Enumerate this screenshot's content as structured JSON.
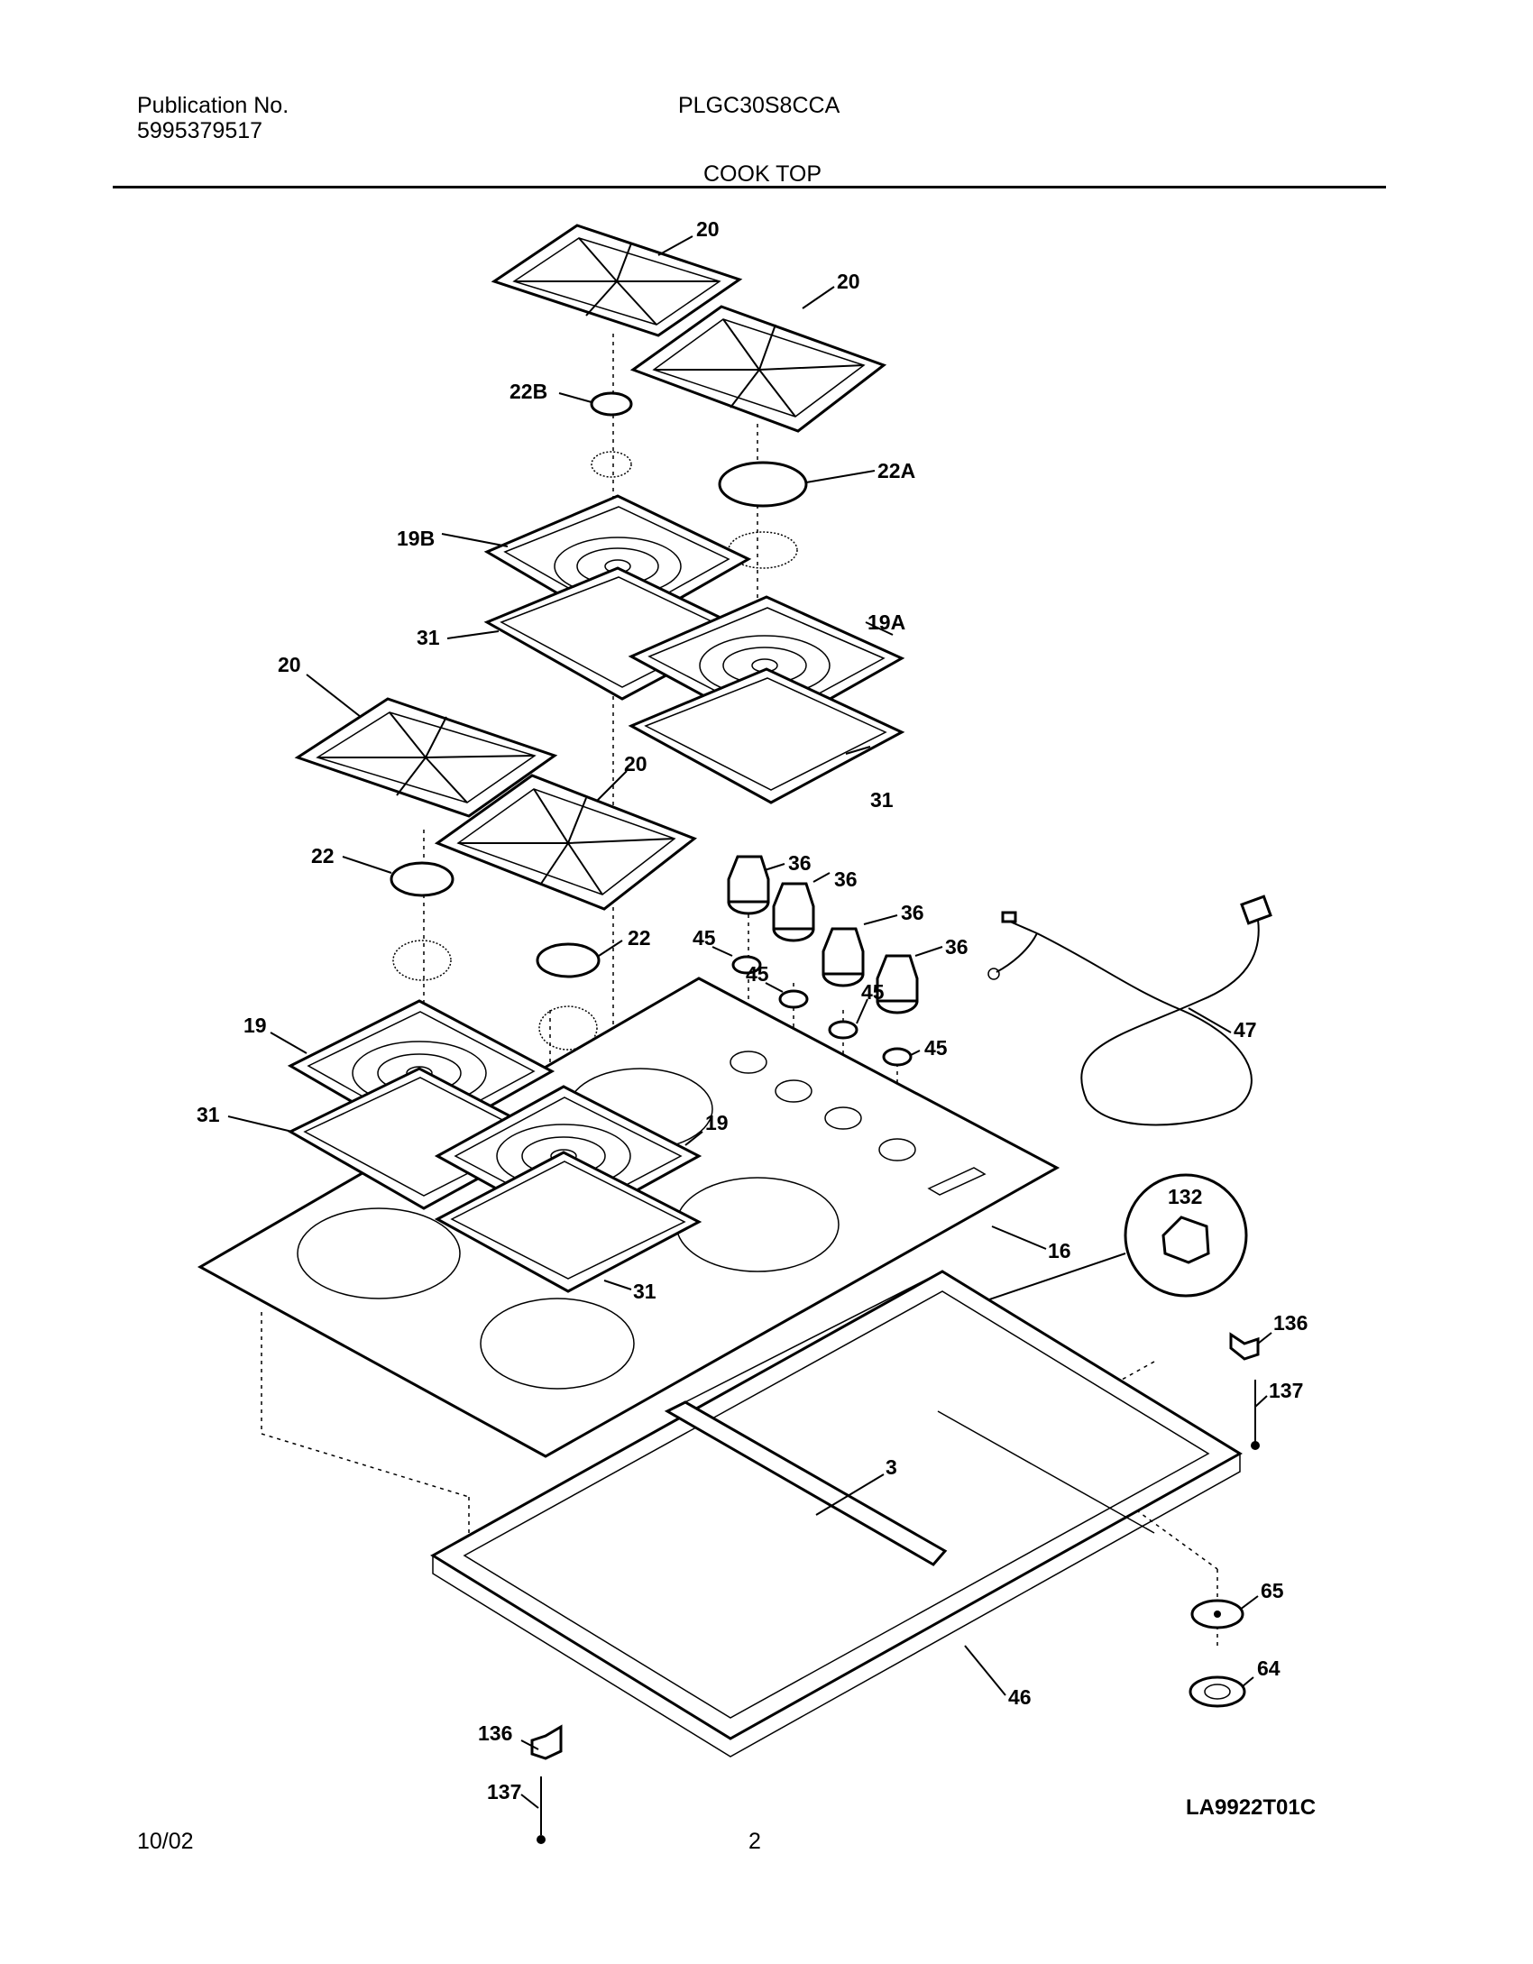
{
  "header": {
    "publication_label": "Publication No.",
    "publication_number": "5995379517",
    "model": "PLGC30S8CCA",
    "section_title": "COOK TOP"
  },
  "callouts": {
    "grate_back_left": "20",
    "grate_back_right": "20",
    "cap_22b": "22B",
    "cap_22a": "22A",
    "burner_pan_19b": "19B",
    "burner_pan_19a": "19A",
    "seal_31_back_left": "31",
    "seal_31_back_right": "31",
    "grate_front_left": "20",
    "grate_front_right": "20",
    "cap_22_left": "22",
    "cap_22_right": "22",
    "knob_1": "36",
    "knob_2": "36",
    "knob_3": "36",
    "knob_4": "36",
    "bezel_1": "45",
    "bezel_2": "45",
    "bezel_3": "45",
    "bezel_4": "45",
    "cord": "47",
    "burner_pan_19_left": "19",
    "burner_pan_19_right": "19",
    "seal_31_front_left": "31",
    "seal_31_front_right": "31",
    "cooktop_16": "16",
    "detail_132": "132",
    "bracket_136_right": "136",
    "screw_137_right": "137",
    "crossbar_3": "3",
    "plate_65": "65",
    "plate_64": "64",
    "frame_46": "46",
    "bracket_136_left": "136",
    "screw_137_left": "137"
  },
  "drawing_code": "LA9922T01C",
  "footer": {
    "date": "10/02",
    "page": "2"
  }
}
